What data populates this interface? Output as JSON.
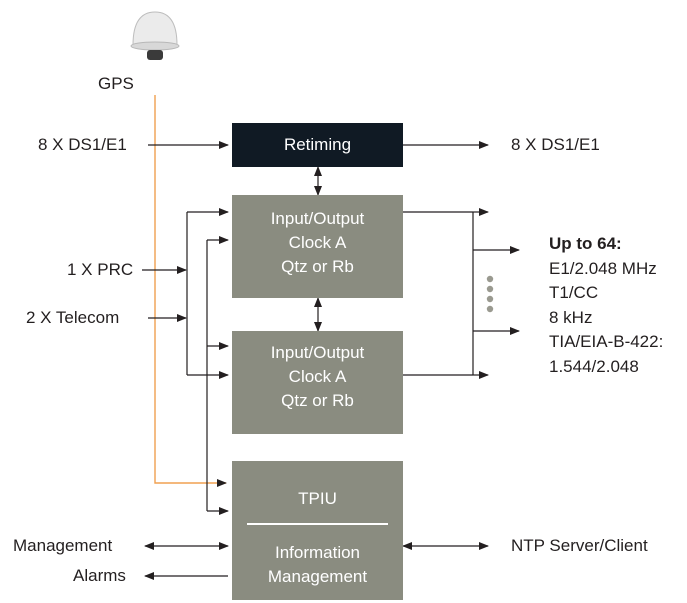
{
  "gps": {
    "label": "GPS"
  },
  "inputs": {
    "ds1_in": "8 X DS1/E1",
    "prc": "1 X PRC",
    "telecom": "2 X Telecom"
  },
  "retiming": {
    "label": "Retiming"
  },
  "clock_a_top": {
    "line1": "Input/Output",
    "line2": "Clock A",
    "line3": "Qtz or Rb"
  },
  "clock_a_bottom": {
    "line1": "Input/Output",
    "line2": "Clock A",
    "line3": "Qtz or Rb"
  },
  "tpiu": {
    "title": "TPIU",
    "line1": "Information",
    "line2": "Management"
  },
  "outputs": {
    "ds1_out": "8 X DS1/E1",
    "list_head": "Up to 64:",
    "list": [
      "E1/2.048 MHz",
      "T1/CC",
      "8 kHz",
      "TIA/EIA-B-422:",
      "1.544/2.048"
    ]
  },
  "management": {
    "management_label": "Management",
    "alarms_label": "Alarms",
    "ntp_label": "NTP Server/Client"
  },
  "colors": {
    "gps_line": "#f0a050",
    "box_gray": "#8a8c80",
    "box_dark": "#101a24",
    "line": "#231f20",
    "dots": "#9a9a90"
  }
}
